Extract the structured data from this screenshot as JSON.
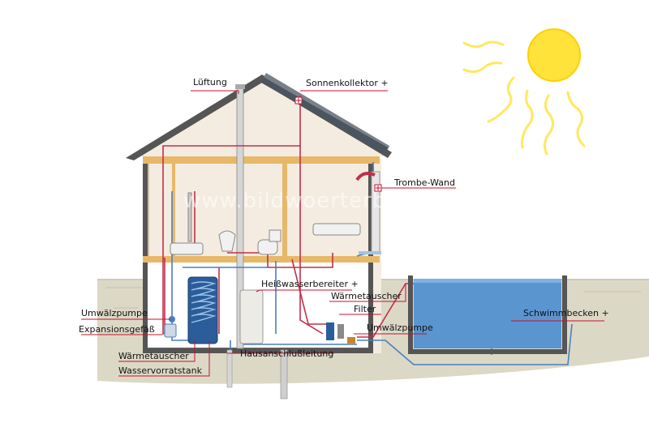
{
  "labels": {
    "lueftung": "Lüftung",
    "sonnenkollektor": "Sonnenkollektor +",
    "trombe_wand": "Trombe-Wand",
    "heisswasserbereiter": "Heißwasserbereiter +",
    "waermetauscher_right": "Wärmetauscher",
    "filter": "Filter",
    "umwaelzpumpe_right": "Umwälzpumpe",
    "schwimmbecken": "Schwimmbecken +",
    "umwaelzpumpe_left": "Umwälzpumpe",
    "expansionsgefaess": "Expansionsgefäß",
    "waermetauscher_left": "Wärmetauscher",
    "wasservorratstank": "Wasservorratstank",
    "hausanschlussleitung": "Hausanschlußleitung"
  },
  "watermark": "www.bildwoerterbuch.com",
  "colors": {
    "leader": "#c8102e",
    "hot_pipe": "#c0304a",
    "cold_pipe": "#4a7fc0",
    "wall": "#f4ece0",
    "beam": "#e8b86a",
    "roof": "#555555",
    "pool_water": "#5a95d0",
    "ground": "#d6d2bf",
    "sun": "#ffe23a",
    "sun_ray": "#ffe860",
    "tank": "#2a5d9a"
  }
}
